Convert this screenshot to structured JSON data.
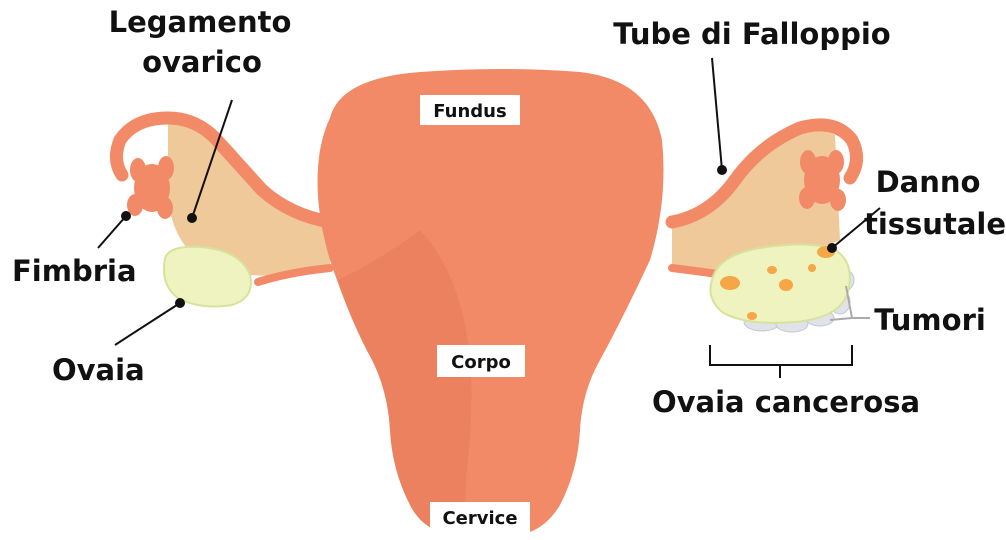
{
  "labels": {
    "ligament_line1": "Legamento",
    "ligament_line2": "ovarico",
    "fallopian_tubes": "Tube di Falloppio",
    "fimbria": "Fimbria",
    "ovary": "Ovaia",
    "damage_line1": "Danno",
    "damage_line2": "tissutale",
    "tumors": "Tumori",
    "cancerous_ovary": "Ovaia cancerosa",
    "fundus": "Fundus",
    "body": "Corpo",
    "cervix": "Cervice"
  },
  "colors": {
    "uterus": "#f28a68",
    "uterus_shade": "#e06f4f",
    "ligament": "#f0c99a",
    "ovary": "#eef3c0",
    "lesion": "#f5a646",
    "tumor": "#dfe2e8",
    "leader": "#111111"
  }
}
